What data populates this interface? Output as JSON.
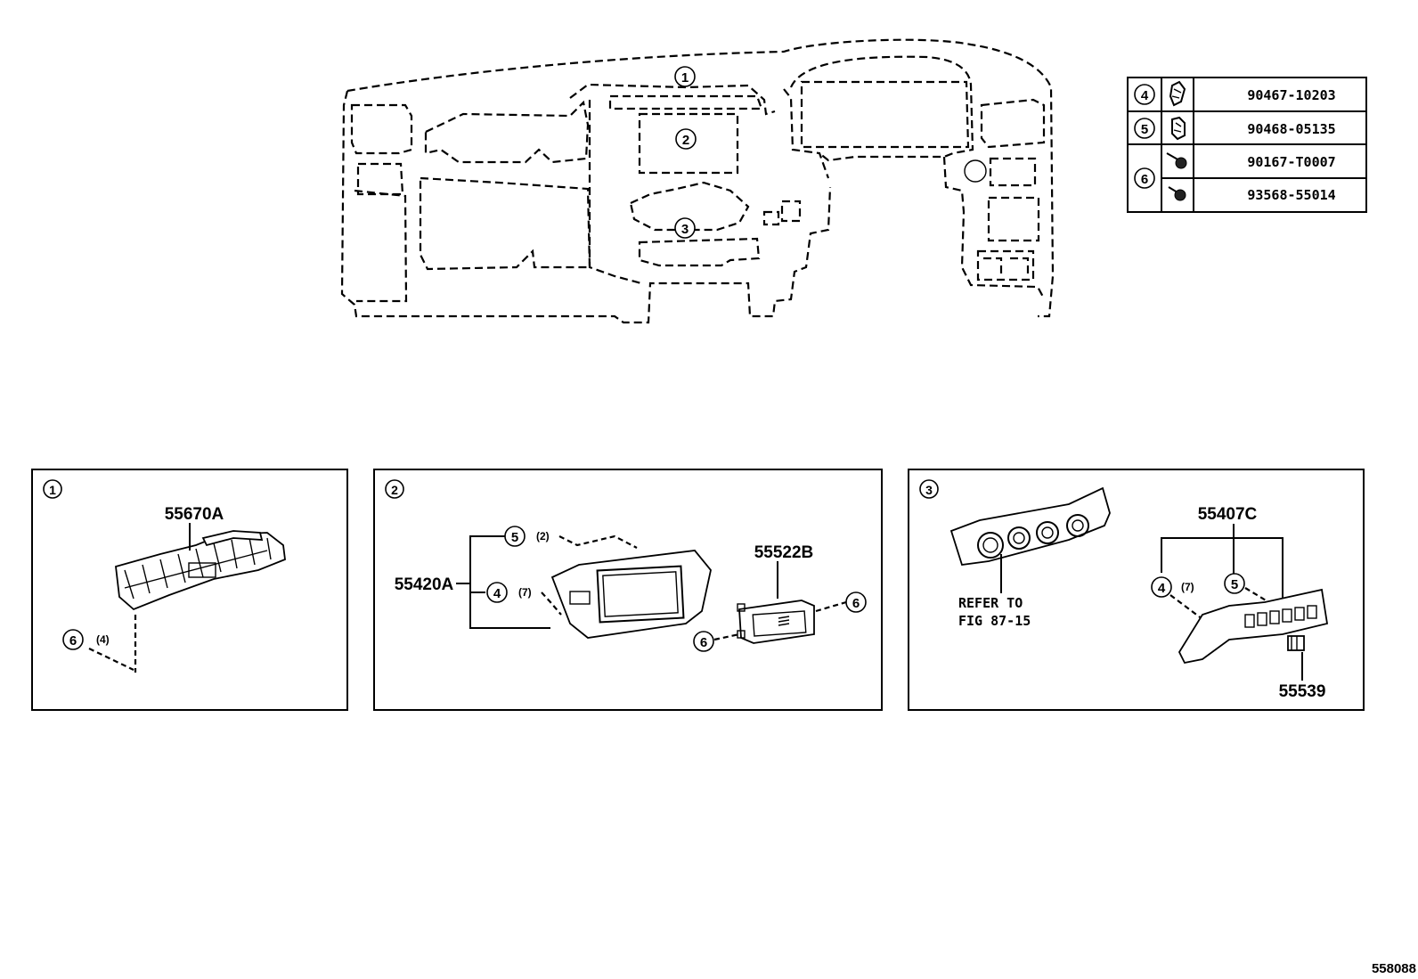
{
  "overview": {
    "callouts": [
      "1",
      "2",
      "3"
    ]
  },
  "legend": {
    "rows": [
      {
        "ref": "4",
        "icon": "clip-icon",
        "part": "90467-10203"
      },
      {
        "ref": "5",
        "icon": "retainer-clip-icon",
        "part": "90468-05135"
      },
      {
        "ref": "6",
        "icon": "screw-icon",
        "part": "90167-T0007"
      },
      {
        "ref": "6",
        "icon": "tapping-screw-icon",
        "part": "93568-55014"
      }
    ]
  },
  "panels": [
    {
      "id": "1",
      "callouts": [
        {
          "part": "55670A"
        },
        {
          "ref": "6",
          "qty": "(4)"
        }
      ]
    },
    {
      "id": "2",
      "callouts": [
        {
          "part": "55420A"
        },
        {
          "ref": "5",
          "qty": "(2)"
        },
        {
          "ref": "4",
          "qty": "(7)"
        },
        {
          "part": "55522B"
        },
        {
          "ref_a": "6"
        },
        {
          "ref_b": "6"
        }
      ]
    },
    {
      "id": "3",
      "refer_line1": "REFER TO",
      "refer_line2": "FIG 87-15",
      "callouts": [
        {
          "part": "55407C"
        },
        {
          "ref": "4",
          "qty": "(7)"
        },
        {
          "ref": "5"
        },
        {
          "part": "55539"
        }
      ]
    }
  ],
  "footer": {
    "code": "558088"
  }
}
